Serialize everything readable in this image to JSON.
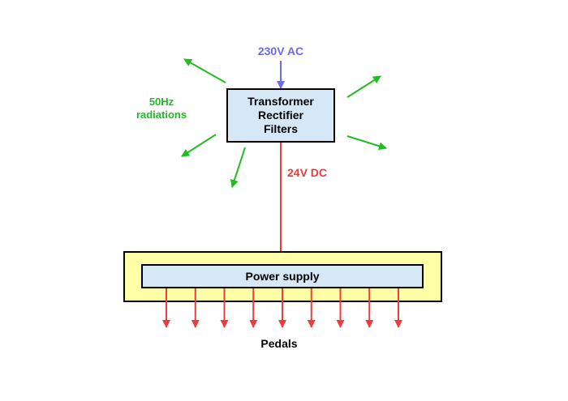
{
  "colors": {
    "ac": "#6b6be6",
    "dc": "#ee3b3b",
    "radiation": "#22bb22",
    "box_fill": "#d6e8f5",
    "outer_fill": "#ffffa8",
    "stroke": "#000000"
  },
  "labels": {
    "ac_input": "230V AC",
    "transformer_line1": "Transformer",
    "transformer_line2": "Rectifier",
    "transformer_line3": "Filters",
    "radiation_line1": "50Hz",
    "radiation_line2": "radiations",
    "dc_output": "24V DC",
    "power_supply": "Power supply",
    "pedals": "Pedals"
  },
  "pedal_outputs": 9,
  "radiation_arrows": 5
}
